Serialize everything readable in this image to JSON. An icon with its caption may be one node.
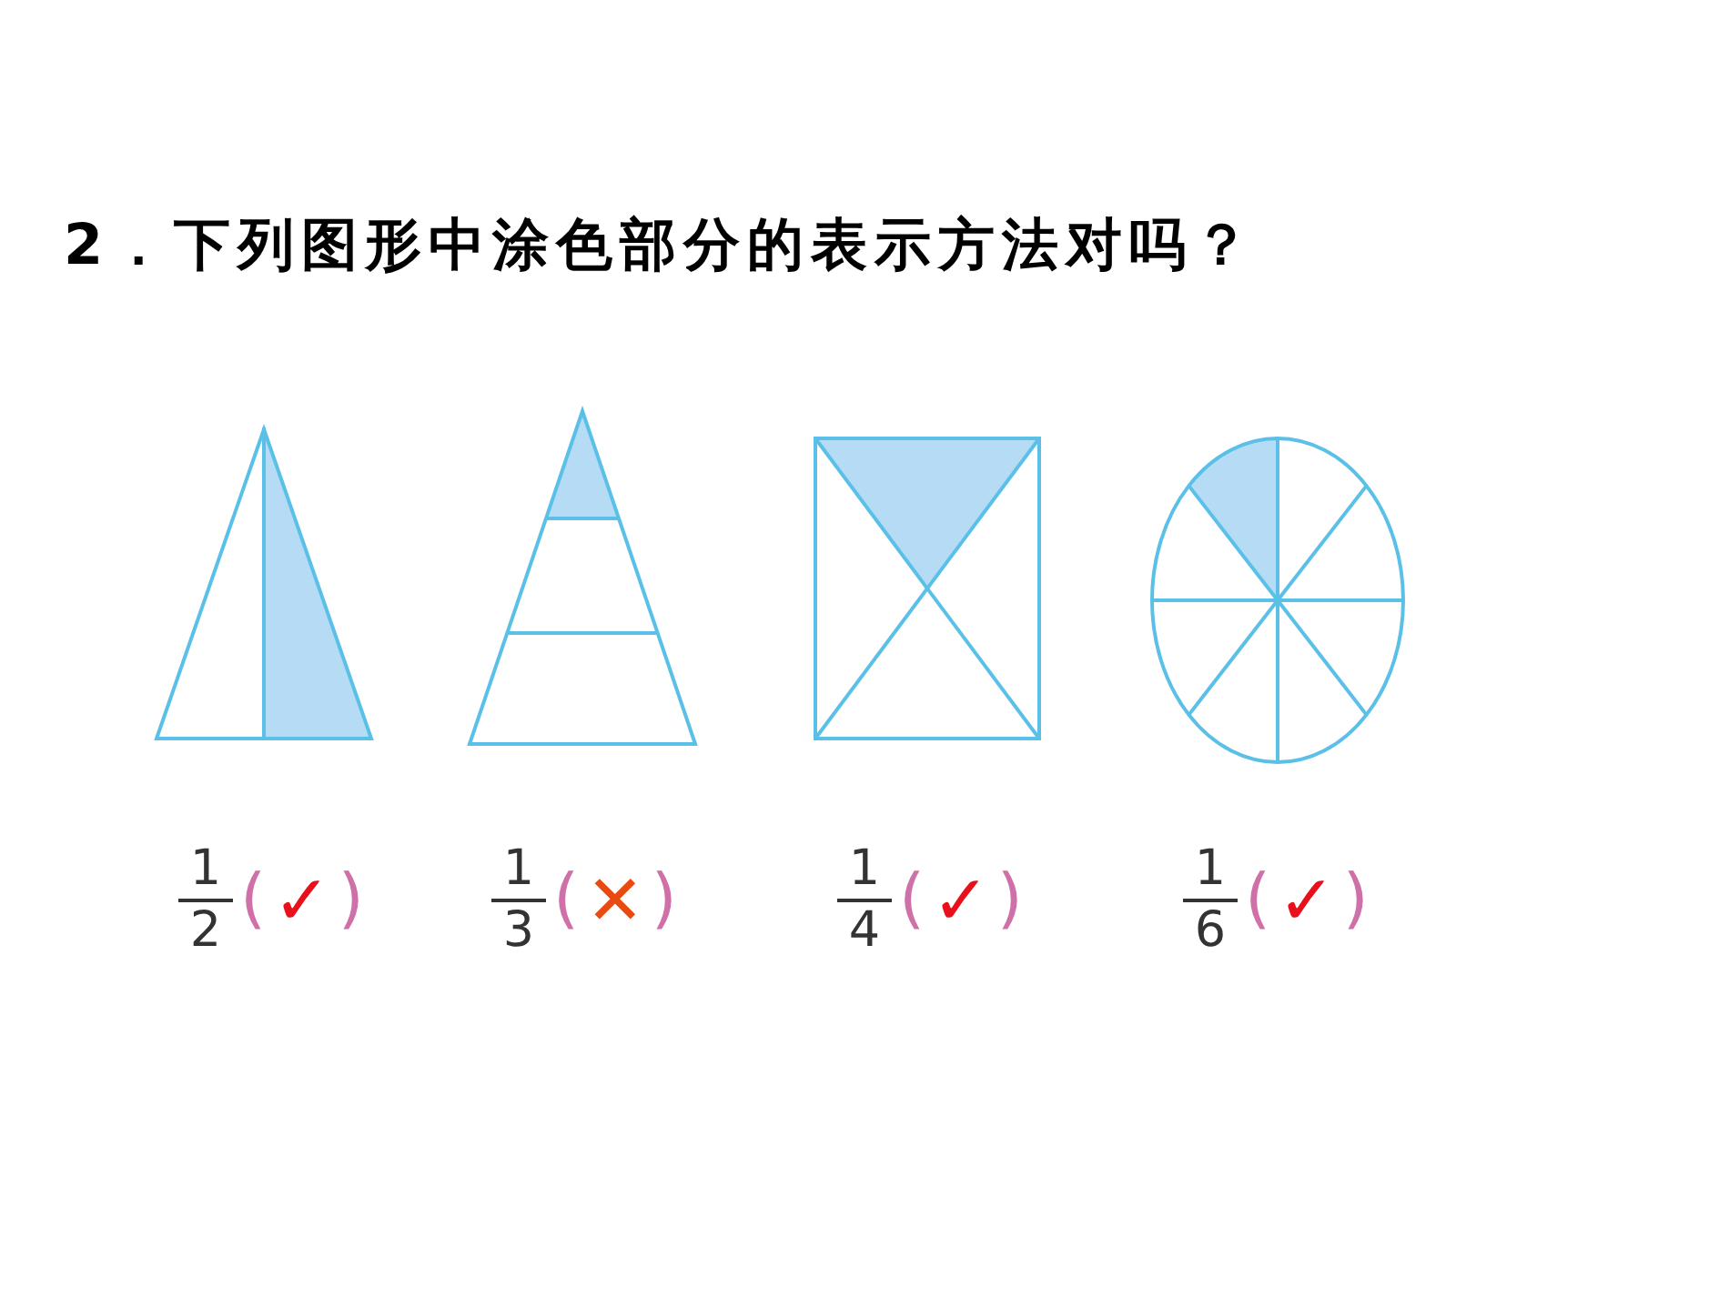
{
  "diagram": {
    "title": "2．下列图形中涂色部分的表示方法对吗？",
    "nodes": [
      {
        "text": [],
        "shape": "picture",
        "beside": [
          "1",
          "2",
          "(",
          "✓",
          ")"
        ]
      },
      {
        "text": [],
        "shape": "picture",
        "beside": [
          "1",
          "3",
          "(",
          "✕",
          ")"
        ]
      },
      {
        "text": [],
        "shape": "picture",
        "beside": [
          "1",
          "4",
          "(",
          "✓",
          ")"
        ]
      },
      {
        "text": [],
        "shape": "picture",
        "beside": [
          "1",
          "6",
          "(",
          "✓",
          ")"
        ]
      }
    ],
    "edges": []
  }
}
